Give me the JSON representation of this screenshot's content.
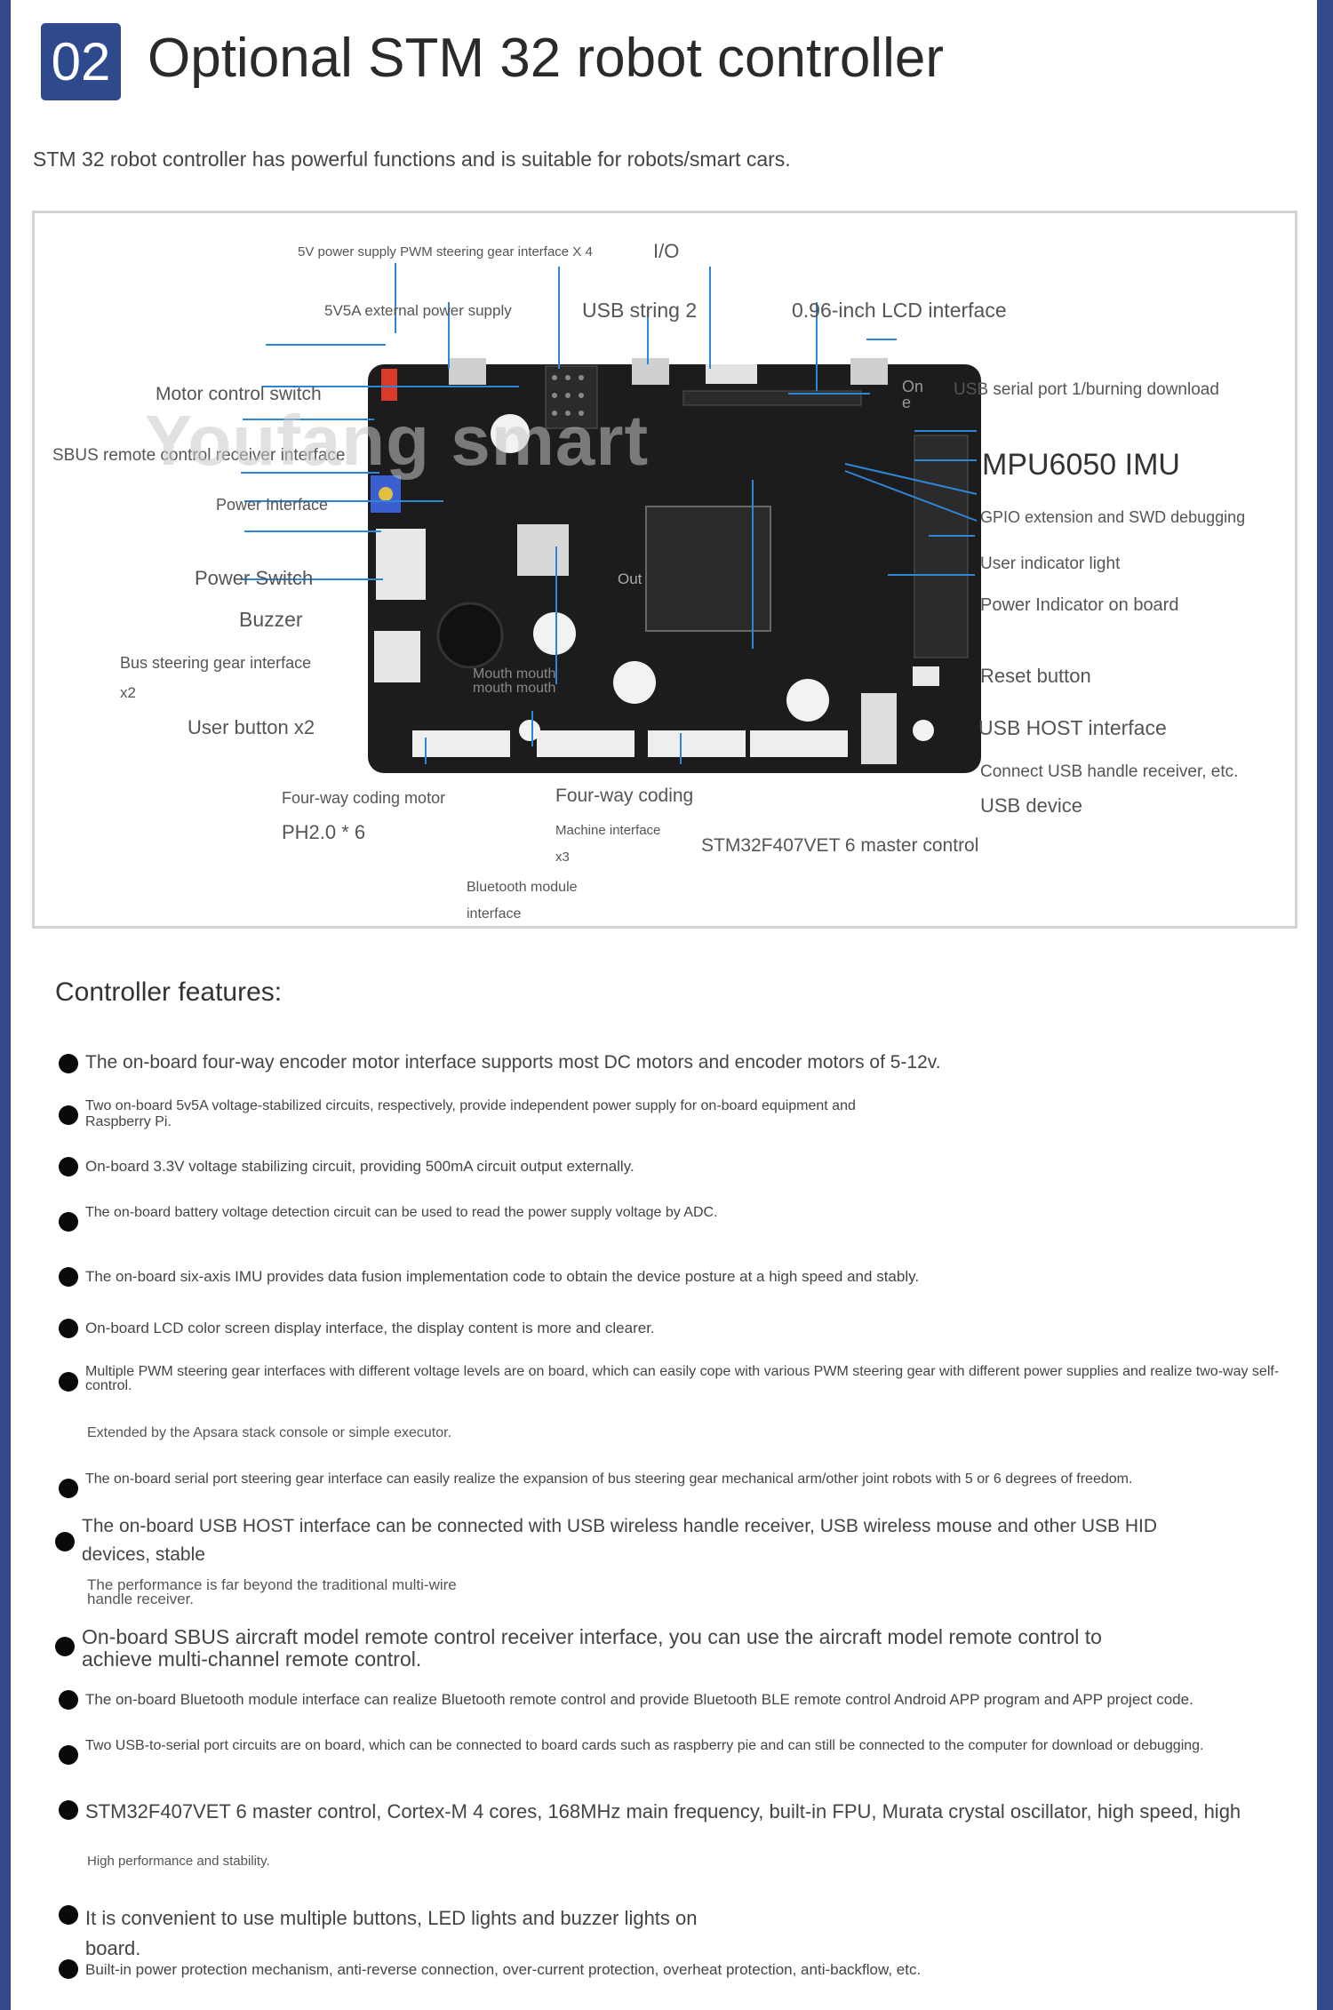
{
  "header": {
    "badge": "02",
    "title": "Optional STM 32 robot controller",
    "subtitle": "STM 32 robot controller has powerful functions and is suitable for robots/smart cars."
  },
  "diagram": {
    "watermark": "Youfang smart",
    "labels": {
      "pwm5v": "5V power supply PWM steering gear interface X 4",
      "io": "I/O",
      "ext5v5a": "5V5A external power supply",
      "usb2": "USB string 2",
      "lcd": "0.96-inch LCD interface",
      "motor_switch": "Motor control switch",
      "usb_serial1": "USB serial port 1/burning download",
      "one": "On\ne",
      "sbus": "SBUS remote control receiver interface",
      "mpu": "MPU6050 IMU",
      "power_iface": "Power Interface",
      "gpio": "GPIO extension and SWD debugging",
      "user_led": "User indicator light",
      "power_switch": "Power Switch",
      "power_led": "Power Indicator on board",
      "buzzer": "Buzzer",
      "bus_servo": "Bus steering gear interface",
      "x2": "x2",
      "reset": "Reset button",
      "user_btn": "User button x2",
      "usb_host": "USB HOST interface",
      "usb_host_sub": "Connect USB handle receiver, etc.",
      "usb_device": "USB device",
      "coding_motor": "Four-way coding motor",
      "ph20": "PH2.0 * 6",
      "four_way_coding": "Four-way coding",
      "machine_iface": "Machine interface",
      "x3": "x3",
      "master": "STM32F407VET 6 master control",
      "bt": "Bluetooth module",
      "bt2": "interface",
      "out": "Out",
      "mouth": "Mouth mouth",
      "mouth2": "mouth mouth"
    }
  },
  "features": {
    "heading": "Controller features:",
    "items": [
      "The on-board four-way encoder motor interface supports most DC motors and encoder motors of 5-12v.",
      "Two on-board 5v5A voltage-stabilized circuits, respectively, provide independent power supply for on-board equipment and Raspberry Pi.",
      "On-board 3.3V voltage stabilizing circuit, providing 500mA circuit output externally.",
      "The on-board battery voltage detection circuit can be used to read the power supply voltage by ADC.",
      "The on-board six-axis IMU provides data fusion implementation code to obtain the device posture at a high speed and stably.",
      "On-board LCD color screen display interface, the display content is more and clearer.",
      "Multiple PWM steering gear interfaces with different voltage levels are on board, which can easily cope with various PWM steering gear with different power supplies and realize two-way self-control.",
      "The on-board serial port steering gear interface can easily realize the expansion of bus steering gear mechanical arm/other joint robots with 5 or 6 degrees of freedom.",
      "The on-board USB HOST interface can be connected with USB wireless handle receiver, USB wireless mouse and other USB HID devices, stable",
      "On-board SBUS aircraft model remote control receiver interface, you can use the aircraft model remote control to achieve multi-channel remote control.",
      "The on-board Bluetooth module interface can realize Bluetooth remote control and provide Bluetooth BLE remote control Android APP program and APP project code.",
      "Two USB-to-serial port circuits are on board, which can be connected to board cards such as raspberry pie and can still be connected to the computer for download or debugging.",
      "STM32F407VET 6 master control, Cortex-M 4 cores, 168MHz main frequency, built-in FPU, Murata crystal oscillator, high speed, high",
      "It is convenient to use multiple buttons, LED lights and buzzer lights on board.",
      "Built-in power protection mechanism, anti-reverse connection, over-current protection, overheat protection, anti-backflow, etc."
    ],
    "notes": [
      "Extended by the Apsara stack console or simple executor.",
      "The performance is far beyond the traditional multi-wire handle receiver.",
      "High performance and stability."
    ]
  }
}
